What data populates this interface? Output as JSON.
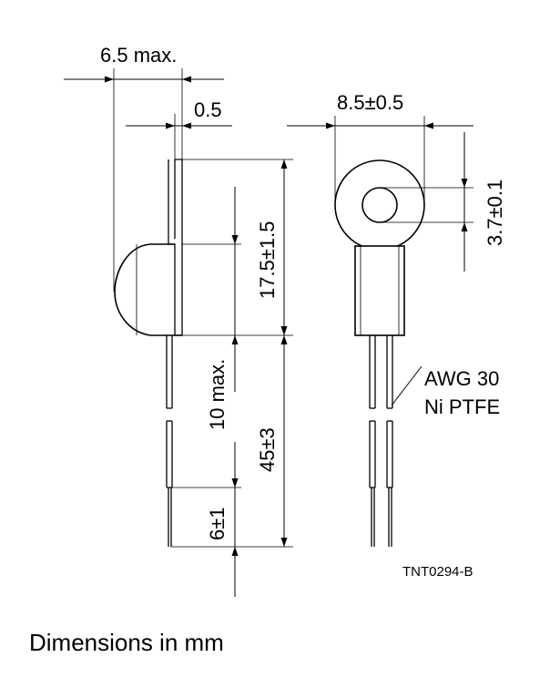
{
  "dimensions": {
    "width_max": "6.5 max.",
    "tab_thickness": "0.5",
    "ring_width": "8.5±0.5",
    "hole_diameter": "3.7±0.1",
    "tab_length": "17.5±1.5",
    "body_length_max": "10 max.",
    "lead_length": "45±3",
    "lead_end": "6±1"
  },
  "wire_note": {
    "line1": "AWG 30",
    "line2": "Ni PTFE"
  },
  "drawing_code": "TNT0294-B",
  "caption": "Dimensions in mm"
}
